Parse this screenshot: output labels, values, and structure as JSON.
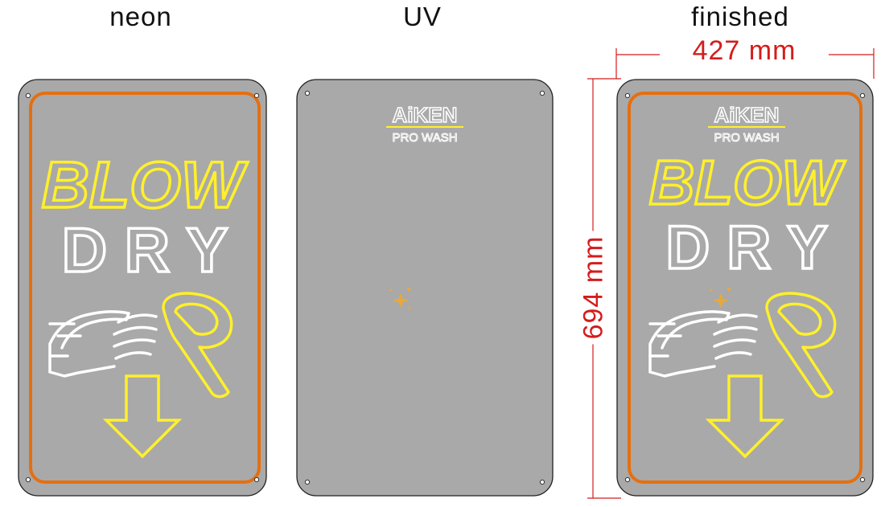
{
  "captions": {
    "neon": "neon",
    "uv": "UV",
    "finished": "finished"
  },
  "logo": {
    "brand": "AiKEN",
    "sub": "PRO WASH"
  },
  "sign": {
    "line1": "BLOW",
    "line2": "D R Y"
  },
  "dimensions": {
    "width": "427 mm",
    "height": "694 mm"
  },
  "colors": {
    "panel": "#a9a9a9",
    "panel_stroke": "#222222",
    "border_orange": "#e56f10",
    "neon_yellow": "#fff02a",
    "neon_white": "#ffffff",
    "dimension_red": "#d41c1c",
    "sparkle": "#e8a93a"
  },
  "icons": [
    "car-icon",
    "speed-lines-icon",
    "blow-dryer-icon",
    "down-arrow-icon",
    "sparkle-icon",
    "mounting-hole-icon"
  ]
}
